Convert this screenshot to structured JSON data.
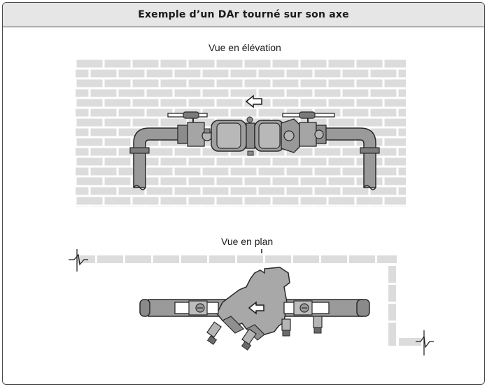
{
  "title": "Exemple d’un DAr tourné sur son axe",
  "views": {
    "elevation": {
      "label": "Vue en élévation"
    },
    "plan": {
      "label": "Vue en plan"
    }
  },
  "colors": {
    "brick_fill": "#e4e4e4",
    "brick_line": "#ffffff",
    "wall_bg": "#cfcfcf",
    "pipe": "#9a9a9a",
    "pipe_dark": "#6a6a6a",
    "outline": "#2a2a2a"
  }
}
